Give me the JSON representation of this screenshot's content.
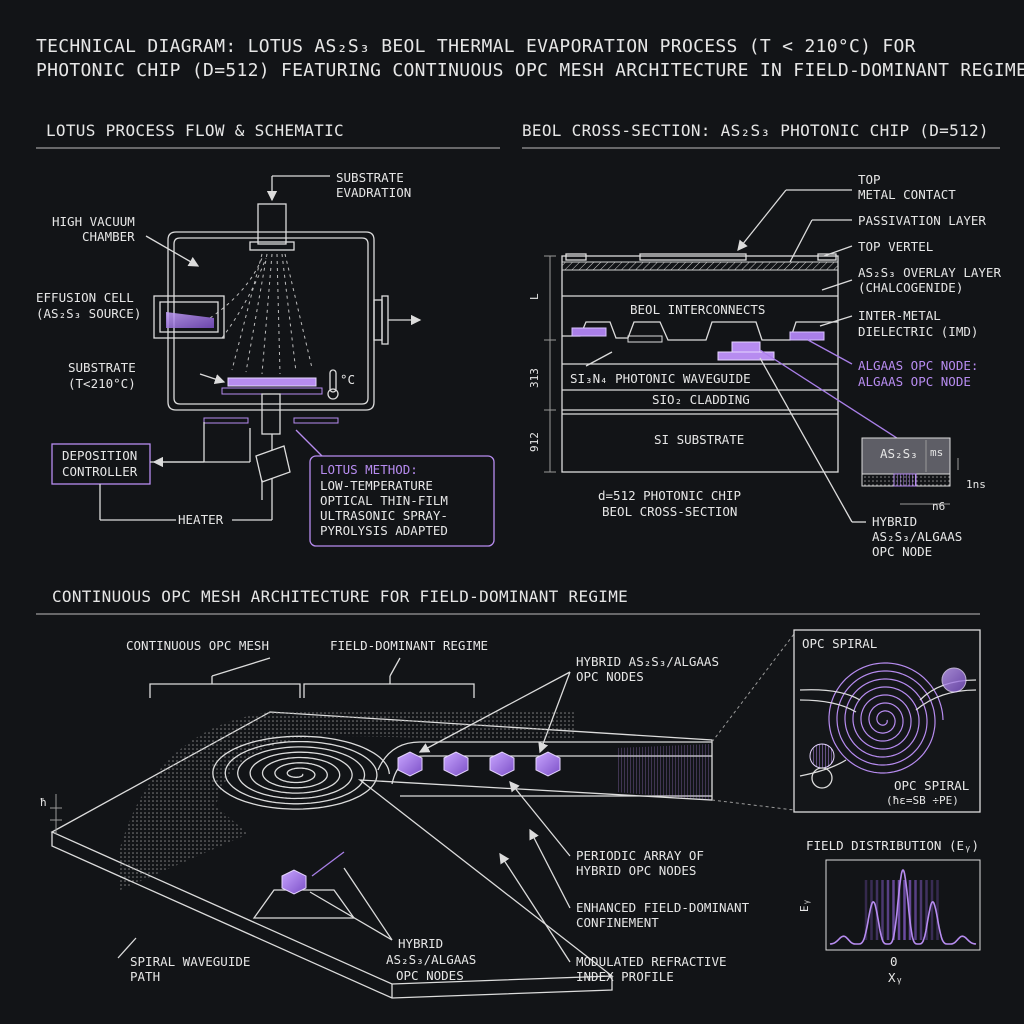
{
  "title": {
    "line1": "TECHNICAL DIAGRAM: LOTUS AS₂S₃ BEOL THERMAL EVAPORATION PROCESS (T < 210°C) FOR",
    "line2": "PHOTONIC CHIP (D=512) FEATURING CONTINUOUS OPC MESH ARCHITECTURE IN FIELD-DOMINANT REGIME"
  },
  "process": {
    "heading": "LOTUS PROCESS FLOW & SCHEMATIC",
    "substrate_evaporation": [
      "SUBSTRATE",
      "EVADRATION"
    ],
    "high_vacuum_chamber": [
      "HIGH VACUUM",
      "CHAMBER"
    ],
    "effusion_cell": [
      "EFFUSION CELL",
      "(AS₂S₃ SOURCE)"
    ],
    "substrate": [
      "SUBSTRATE",
      "(T<210°C)"
    ],
    "thermo_unit": "°C",
    "deposition_controller": [
      "DEPOSITION",
      "CONTROLLER"
    ],
    "heater": "HEATER",
    "lotus_method": [
      "LOTUS METHOD:",
      "LOW-TEMPERATURE",
      "OPTICAL THIN-FILM",
      "ULTRASONIC SPRAY-",
      "PYROLYSIS ADAPTED"
    ]
  },
  "beol": {
    "heading": "BEOL CROSS-SECTION: AS₂S₃ PHOTONIC CHIP (D=512)",
    "labels": {
      "top_metal": [
        "TOP",
        "METAL CONTACT"
      ],
      "passivation": "PASSIVATION LAYER",
      "top_vertel": "TOP VERTEL",
      "overlay": [
        "AS₂S₃ OVERLAY LAYER",
        "(CHALCOGENIDE)"
      ],
      "imd": [
        "INTER-METAL",
        "DIELECTRIC (IMD)"
      ],
      "algaas_node": [
        "ALGAAS OPC NODE:",
        "ALGAAS OPC NODE"
      ],
      "beol_interconnects": "BEOL INTERCONNECTS",
      "si3n4": "SI₃N₄ PHOTONIC WAVEGUIDE",
      "sio2": "SIO₂ CLADDING",
      "si_substrate": "SI SUBSTRATE",
      "chip_caption": [
        "d=512 PHOTONIC CHIP",
        "BEOL CROSS-SECTION"
      ],
      "hybrid_node": [
        "HYBRID",
        "AS₂S₃/ALGAAS",
        "OPC NODE"
      ]
    },
    "dims": {
      "l": "L",
      "d313": "313",
      "d912": "912"
    },
    "inset": {
      "as2s3": "AS₂S₃",
      "ms": "ms",
      "ins": "1ns",
      "n6": "n6"
    }
  },
  "mesh": {
    "heading": "CONTINUOUS OPC MESH ARCHITECTURE FOR FIELD-DOMINANT REGIME",
    "continuous_mesh": "CONTINUOUS OPC MESH",
    "field_regime": "FIELD-DOMINANT REGIME",
    "hybrid_top": [
      "HYBRID AS₂S₃/ALGAAS",
      "OPC NODES"
    ],
    "periodic_array": [
      "PERIODIC ARRAY OF",
      "HYBRID OPC NODES"
    ],
    "enhanced": [
      "ENHANCED FIELD-DOMINANT",
      "CONFINEMENT"
    ],
    "modulated": [
      "MODULATED REFRACTIVE",
      "INDEX PROFILE"
    ],
    "hybrid_bottom": [
      "HYBRID",
      "AS₂S₃/ALGAAS",
      "OPC NODES"
    ],
    "spiral_path": [
      "SPIRAL WAVEGUIDE",
      "PATH"
    ],
    "h_marker": "ħ",
    "opc_spiral_top": "OPC SPIRAL",
    "opc_spiral_bottom": "OPC SPIRAL",
    "opc_spiral_formula": "(ħε=SB ÷PE)",
    "field_dist": "FIELD DISTRIBUTION (Eᵧ)",
    "ey_axis": "Eᵧ",
    "x_zero": "0",
    "x_axis": "Xᵧ"
  }
}
